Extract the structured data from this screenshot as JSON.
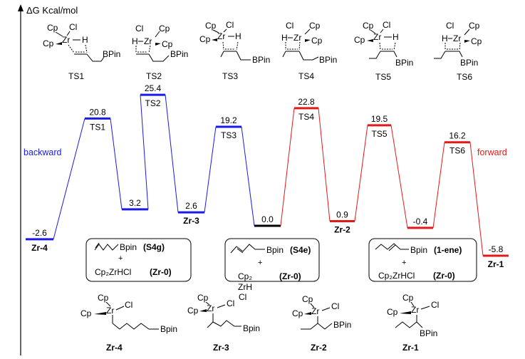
{
  "axis": {
    "ylabel": "ΔG Kcal/mol"
  },
  "colors": {
    "backward": "#1a1ae6",
    "forward": "#e01a1a",
    "neutral": "#000000"
  },
  "labels": {
    "backward": "backward",
    "forward": "forward"
  },
  "chart_data": {
    "type": "energy-profile",
    "ylabel": "ΔG Kcal/mol",
    "states": [
      {
        "id": "Zr-4",
        "energy": "-2.6",
        "label": "Zr-4",
        "bold": true,
        "dir": "backward"
      },
      {
        "id": "TS1",
        "energy": "20.8",
        "label": "TS1",
        "bold": false,
        "dir": "backward"
      },
      {
        "id": "I1",
        "energy": "3.2",
        "label": "",
        "bold": false,
        "dir": "backward"
      },
      {
        "id": "TS2",
        "energy": "25.4",
        "label": "TS2",
        "bold": false,
        "dir": "backward"
      },
      {
        "id": "Zr-3",
        "energy": "2.6",
        "label": "Zr-3",
        "bold": true,
        "dir": "backward"
      },
      {
        "id": "TS3",
        "energy": "19.2",
        "label": "TS3",
        "bold": false,
        "dir": "backward"
      },
      {
        "id": "S0",
        "energy": "0.0",
        "label": "",
        "bold": false,
        "dir": "neutral"
      },
      {
        "id": "TS4",
        "energy": "22.8",
        "label": "TS4",
        "bold": false,
        "dir": "forward"
      },
      {
        "id": "Zr-2",
        "energy": "0.9",
        "label": "Zr-2",
        "bold": true,
        "dir": "forward"
      },
      {
        "id": "TS5",
        "energy": "19.5",
        "label": "TS5",
        "bold": false,
        "dir": "forward"
      },
      {
        "id": "I2",
        "energy": "-0.4",
        "label": "",
        "bold": false,
        "dir": "forward"
      },
      {
        "id": "TS6",
        "energy": "16.2",
        "label": "TS6",
        "bold": false,
        "dir": "forward"
      },
      {
        "id": "Zr-1",
        "energy": "-5.8",
        "label": "Zr-1",
        "bold": true,
        "dir": "forward"
      }
    ]
  },
  "ts_structures": [
    {
      "title": "TS1",
      "parts": {
        "cp1": "Cp",
        "cl": "Cl",
        "cp2": "Cp",
        "zr": "Zr",
        "h": "H",
        "bpin": "BPin"
      }
    },
    {
      "title": "TS2",
      "parts": {
        "cp1": "Cp",
        "cl": "Cl",
        "cp2": "Cp",
        "zr": "Zr",
        "h": "H",
        "bpin": "BPin"
      }
    },
    {
      "title": "TS3",
      "parts": {
        "cp1": "Cp",
        "cl": "Cl",
        "cp2": "Cp",
        "zr": "Zr",
        "h": "H",
        "bpin": "BPin"
      }
    },
    {
      "title": "TS4",
      "parts": {
        "cp1": "Cp",
        "cl": "Cl",
        "cp2": "Cp",
        "zr": "Zr",
        "h": "H",
        "bpin": "BPin"
      }
    },
    {
      "title": "TS5",
      "parts": {
        "cp1": "Cp",
        "cl": "Cl",
        "cp2": "Cp",
        "zr": "Zr",
        "h": "H",
        "bpin": "BPin"
      }
    },
    {
      "title": "TS6",
      "parts": {
        "cp1": "Cp",
        "cl": "Cl",
        "cp2": "Cp",
        "zr": "Zr",
        "h": "H",
        "bpin": "BPin"
      }
    }
  ],
  "boxes": [
    {
      "bpin": "Bpin",
      "tag": "(S4g)",
      "plus": "+",
      "reagent": "Cp₂ZrHCl",
      "ref": "(Zr-0)"
    },
    {
      "bpin": "Bpin",
      "tag": "(S4e)",
      "plus": "+",
      "reagent_a": "Cp₂",
      "reagent_b": "ZrH",
      "reagent_c": "Cl",
      "ref": "(Zr-0)"
    },
    {
      "bpin": "Bpin",
      "tag": "(1-ene)",
      "plus": "+",
      "reagent": "Cp₂ZrHCl",
      "ref": "(Zr-0)"
    }
  ],
  "products": [
    {
      "title": "Zr-4",
      "cp1": "Cp",
      "cp2": "Cp",
      "zr": "Zr",
      "cl": "Cl",
      "bpin": "Bpin"
    },
    {
      "title": "Zr-3",
      "cp1": "Cp",
      "cp2": "Cp",
      "zr": "Zr",
      "cl": "Cl",
      "bpin": "Bpin"
    },
    {
      "title": "Zr-2",
      "cp1": "Cp",
      "cp2": "Cp",
      "zr": "Zr",
      "cl": "Cl",
      "bpin": "BPin"
    },
    {
      "title": "Zr-1",
      "cp1": "Cp",
      "cp2": "Cp",
      "zr": "Zr",
      "cl": "Cl",
      "bpin": "BPin"
    }
  ]
}
